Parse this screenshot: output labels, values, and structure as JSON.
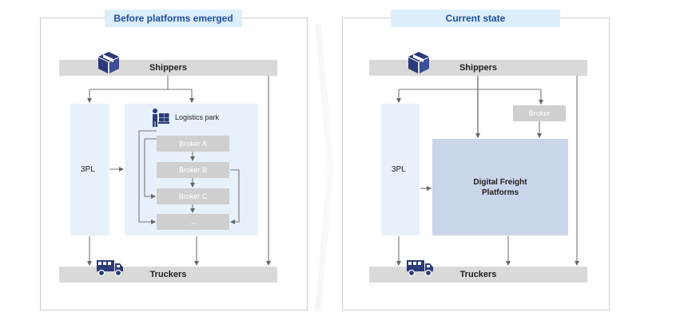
{
  "left": {
    "title": "Before platforms emerged",
    "shippers": "Shippers",
    "truckers": "Truckers",
    "tpl": "3PL",
    "logistics_park": "Logistics park",
    "brokers": [
      "Broker A",
      "Broker B",
      "Broker C",
      "..."
    ]
  },
  "right": {
    "title": "Current state",
    "shippers": "Shippers",
    "truckers": "Truckers",
    "tpl": "3PL",
    "broker": "Broker",
    "platform": "Digital Freight Platforms"
  },
  "colors": {
    "title_text": "#1f4e9c",
    "title_bg": "#dceefb",
    "bar_bg": "#d9d9d9",
    "light_box": "#e6f1fb",
    "platform_bg": "#c9d5ea",
    "icon": "#2b3a78",
    "arrow": "#666666"
  },
  "icons": [
    "package-icon",
    "truck-icon",
    "warehouse-worker-icon"
  ]
}
